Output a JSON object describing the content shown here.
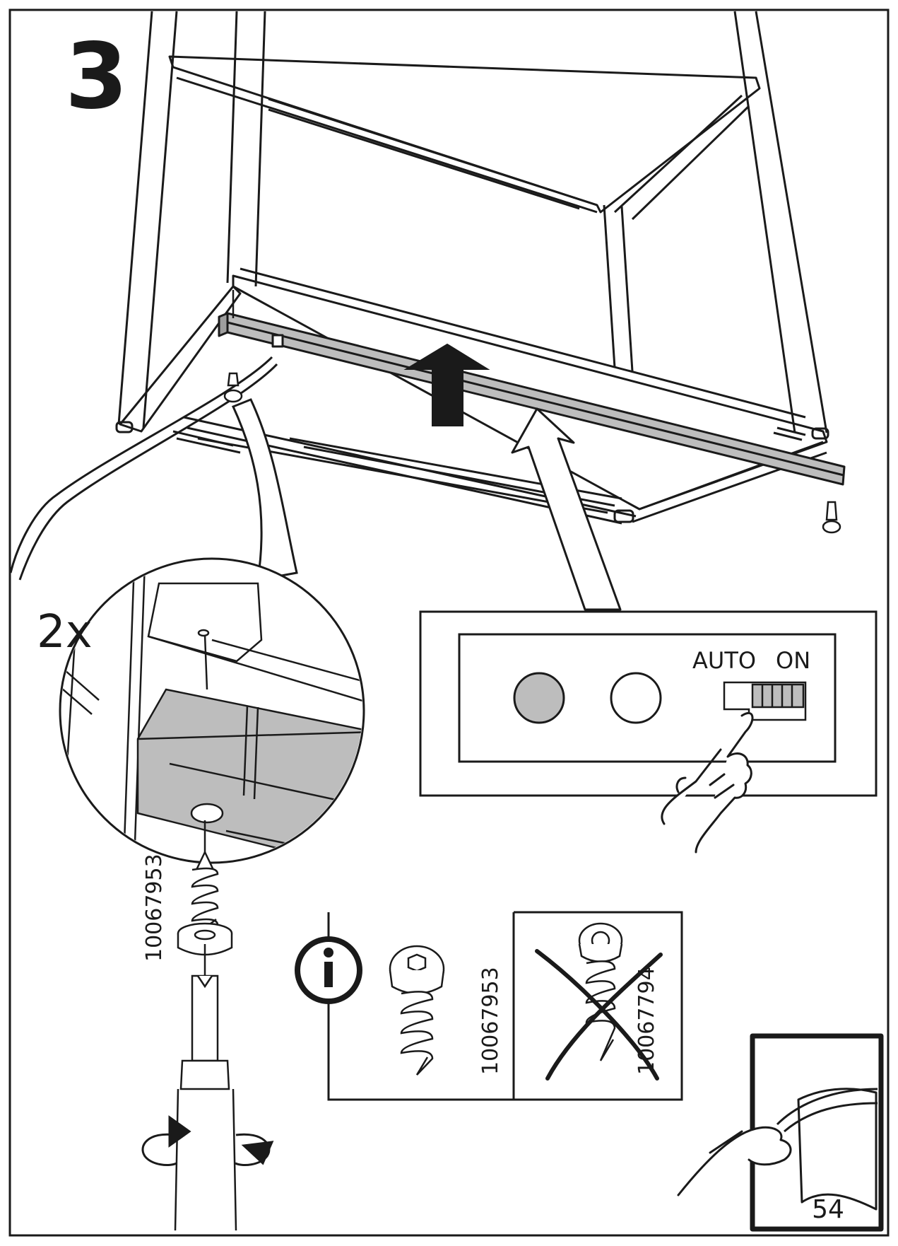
{
  "step": {
    "number": "3"
  },
  "quantity": {
    "label": "2x"
  },
  "part_number": {
    "code": "10067953"
  },
  "switch_panel": {
    "auto_label": "AUTO",
    "on_label": "ON"
  },
  "info_box": {
    "correct_code": "10067953",
    "wrong_code": "10067794"
  },
  "footer": {
    "page_number": "54"
  },
  "colors": {
    "line": "#1a1a1a",
    "part_fill": "#bdbdbd",
    "background": "#ffffff"
  },
  "icons": [
    "info-icon",
    "hand-pointer-icon",
    "page-turn-icon",
    "rotate-arrow-icon",
    "up-arrow-icon"
  ]
}
